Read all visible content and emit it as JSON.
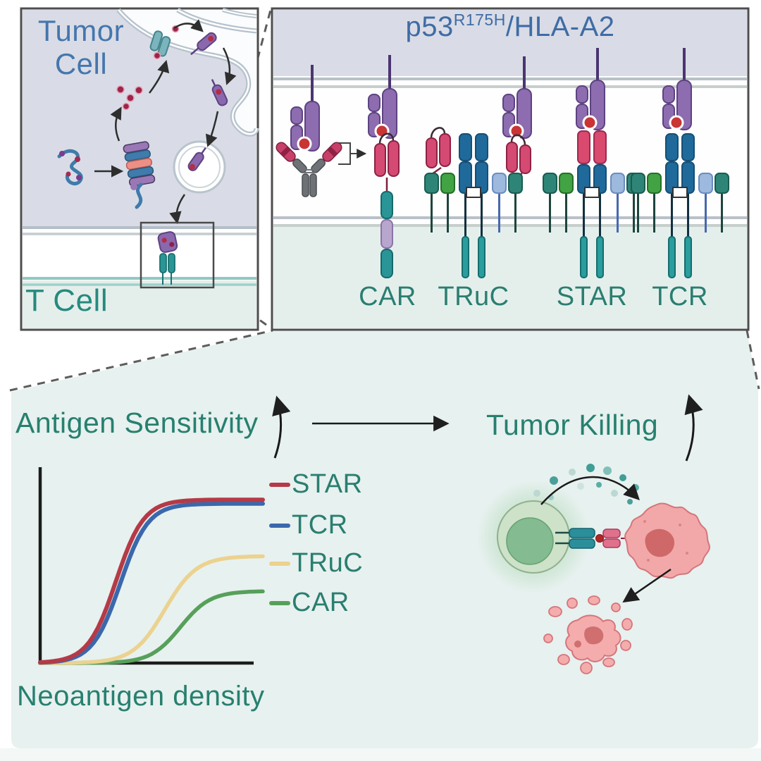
{
  "panels": {
    "tumor_cell_inset": {
      "tumor_label_line1": "Tumor",
      "tumor_label_line2": "Cell",
      "t_cell_label": "T Cell"
    },
    "receptor_panel": {
      "title_base": "p53",
      "title_sup": "R175H",
      "title_rest": "/HLA-A2",
      "receptors": [
        {
          "label": "CAR"
        },
        {
          "label": "TRuC"
        },
        {
          "label": "STAR"
        },
        {
          "label": "TCR"
        }
      ]
    },
    "outcome_panel": {
      "antigen_sensitivity_label": "Antigen Sensitivity",
      "tumor_killing_label": "Tumor Killing"
    }
  },
  "colors": {
    "accent_blue_text": "#4576ae",
    "teal_text": "#2a7e70",
    "tumor_cytoplasm": "#d9dce6",
    "t_cell_cytoplasm": "#e4efec",
    "bottom_panel": "#e7f1ef",
    "membrane_gray": "#b8c1c8",
    "membrane_teal": "#8fcac1",
    "pmhc_purple": "#8d6cb0",
    "peptide_red": "#c93434",
    "scfv_pink": "#d44a72",
    "tcr_blue": "#1f6a9b",
    "cd3_teal": "#2e8577",
    "cd3_green": "#41a344",
    "cd3_lightblue": "#9db9dd",
    "zeta_teal": "#2a9d9e"
  },
  "chart_data": {
    "type": "line",
    "title": "",
    "xlabel": "Neoantigen density",
    "ylabel": "Antigen Sensitivity",
    "x_range": [
      0,
      1
    ],
    "y_range": [
      0,
      1
    ],
    "grid": false,
    "legend_position": "right",
    "series": [
      {
        "name": "STAR",
        "color": "#b53a47",
        "shape": "sigmoid",
        "ec50": 0.34,
        "hill_steepness": 16,
        "plateau": 0.84
      },
      {
        "name": "TCR",
        "color": "#3a68ad",
        "shape": "sigmoid",
        "ec50": 0.36,
        "hill_steepness": 16,
        "plateau": 0.82
      },
      {
        "name": "TRuC",
        "color": "#ecd28f",
        "shape": "sigmoid",
        "ec50": 0.56,
        "hill_steepness": 14,
        "plateau": 0.55
      },
      {
        "name": "CAR",
        "color": "#57a05b",
        "shape": "sigmoid",
        "ec50": 0.63,
        "hill_steepness": 15,
        "plateau": 0.37
      }
    ]
  }
}
